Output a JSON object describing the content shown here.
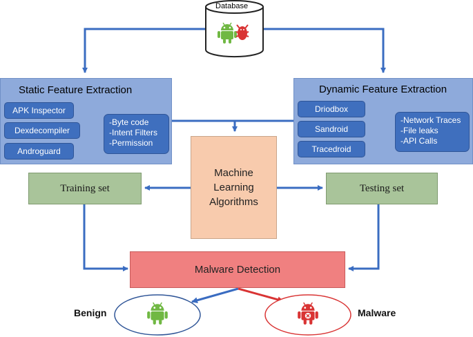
{
  "database": {
    "label": "Database"
  },
  "static": {
    "title": "Static Feature Extraction",
    "tools": [
      "APK Inspector",
      "Dexdecompiler",
      "Androguard"
    ],
    "features": [
      "-Byte code",
      "-Intent Filters",
      "-Permission"
    ]
  },
  "dynamic": {
    "title": "Dynamic Feature Extraction",
    "tools": [
      "Driodbox",
      "Sandroid",
      "Tracedroid"
    ],
    "features": [
      "-Network Traces",
      "-File leaks",
      "-API Calls"
    ]
  },
  "ml": {
    "line1": "Machine",
    "line2": "Learning",
    "line3": "Algorithms"
  },
  "training": {
    "label": "Training set"
  },
  "testing": {
    "label": "Testing set"
  },
  "detection": {
    "label": "Malware Detection"
  },
  "benign": {
    "label": "Benign"
  },
  "malware": {
    "label": "Malware"
  },
  "colors": {
    "panel": "#8eaadb",
    "tool": "#3f6fbe",
    "arrow": "#3a6cc1",
    "green_box": "#a9c49a",
    "ml_box": "#f8cbad",
    "detect_box": "#f08080",
    "android_green": "#70b843",
    "malware_red": "#d93434"
  },
  "icons": [
    "android-icon",
    "malware-bug-icon"
  ]
}
